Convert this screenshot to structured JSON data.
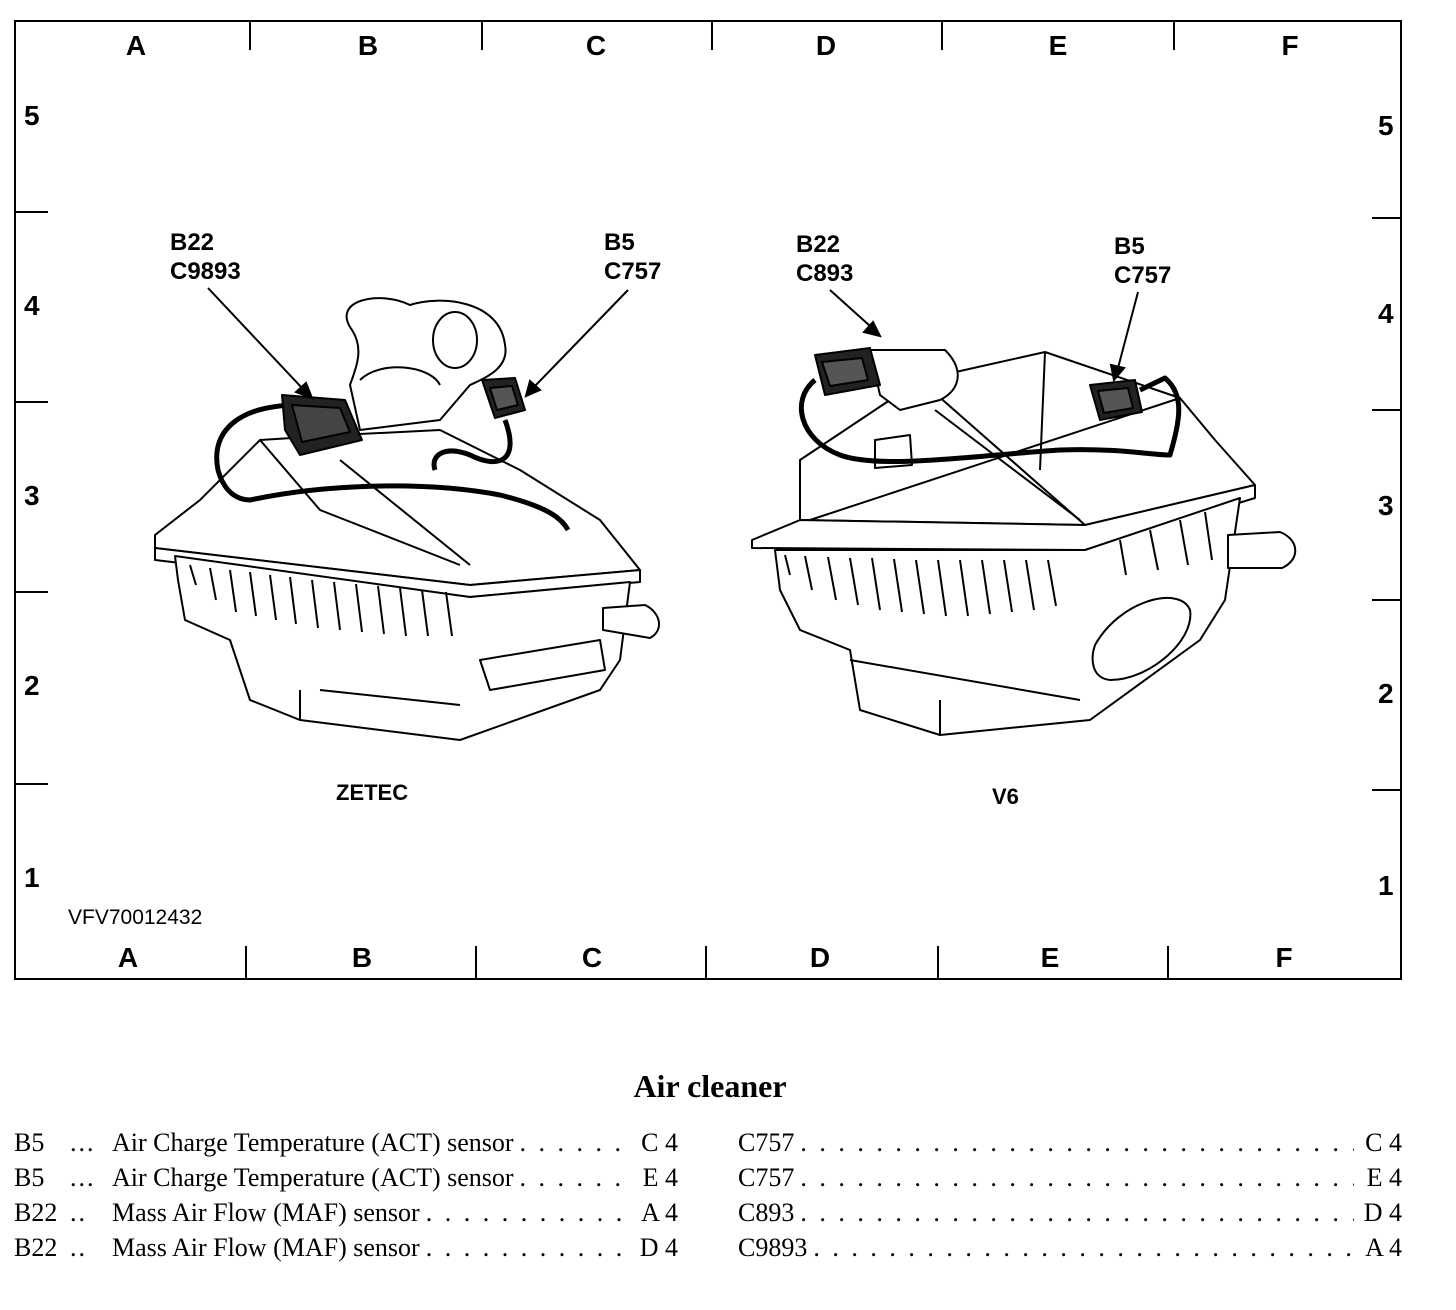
{
  "grid": {
    "columns": [
      "A",
      "B",
      "C",
      "D",
      "E",
      "F"
    ],
    "rows": [
      "5",
      "4",
      "3",
      "2",
      "1"
    ]
  },
  "figure_id": "VFV70012432",
  "views": {
    "zetec": {
      "caption": "ZETEC",
      "callout_maf": {
        "line1": "B22",
        "line2": "C9893"
      },
      "callout_act": {
        "line1": "B5",
        "line2": "C757"
      }
    },
    "v6": {
      "caption": "V6",
      "callout_maf": {
        "line1": "B22",
        "line2": "C893"
      },
      "callout_act": {
        "line1": "B5",
        "line2": "C757"
      }
    }
  },
  "legend": {
    "title": "Air cleaner",
    "components": [
      {
        "code": "B5",
        "dots": "...",
        "desc": "Air Charge Temperature (ACT) sensor",
        "loc": "C 4"
      },
      {
        "code": "B5",
        "dots": "...",
        "desc": "Air Charge Temperature (ACT) sensor",
        "loc": "E 4"
      },
      {
        "code": "B22",
        "dots": "..",
        "desc": "Mass Air Flow (MAF) sensor",
        "loc": "A 4"
      },
      {
        "code": "B22",
        "dots": "..",
        "desc": "Mass Air Flow (MAF) sensor",
        "loc": "D 4"
      }
    ],
    "connectors": [
      {
        "code": "C757",
        "loc": "C 4"
      },
      {
        "code": "C757",
        "loc": "E 4"
      },
      {
        "code": "C893",
        "loc": "D 4"
      },
      {
        "code": "C9893",
        "loc": "A 4"
      }
    ]
  }
}
